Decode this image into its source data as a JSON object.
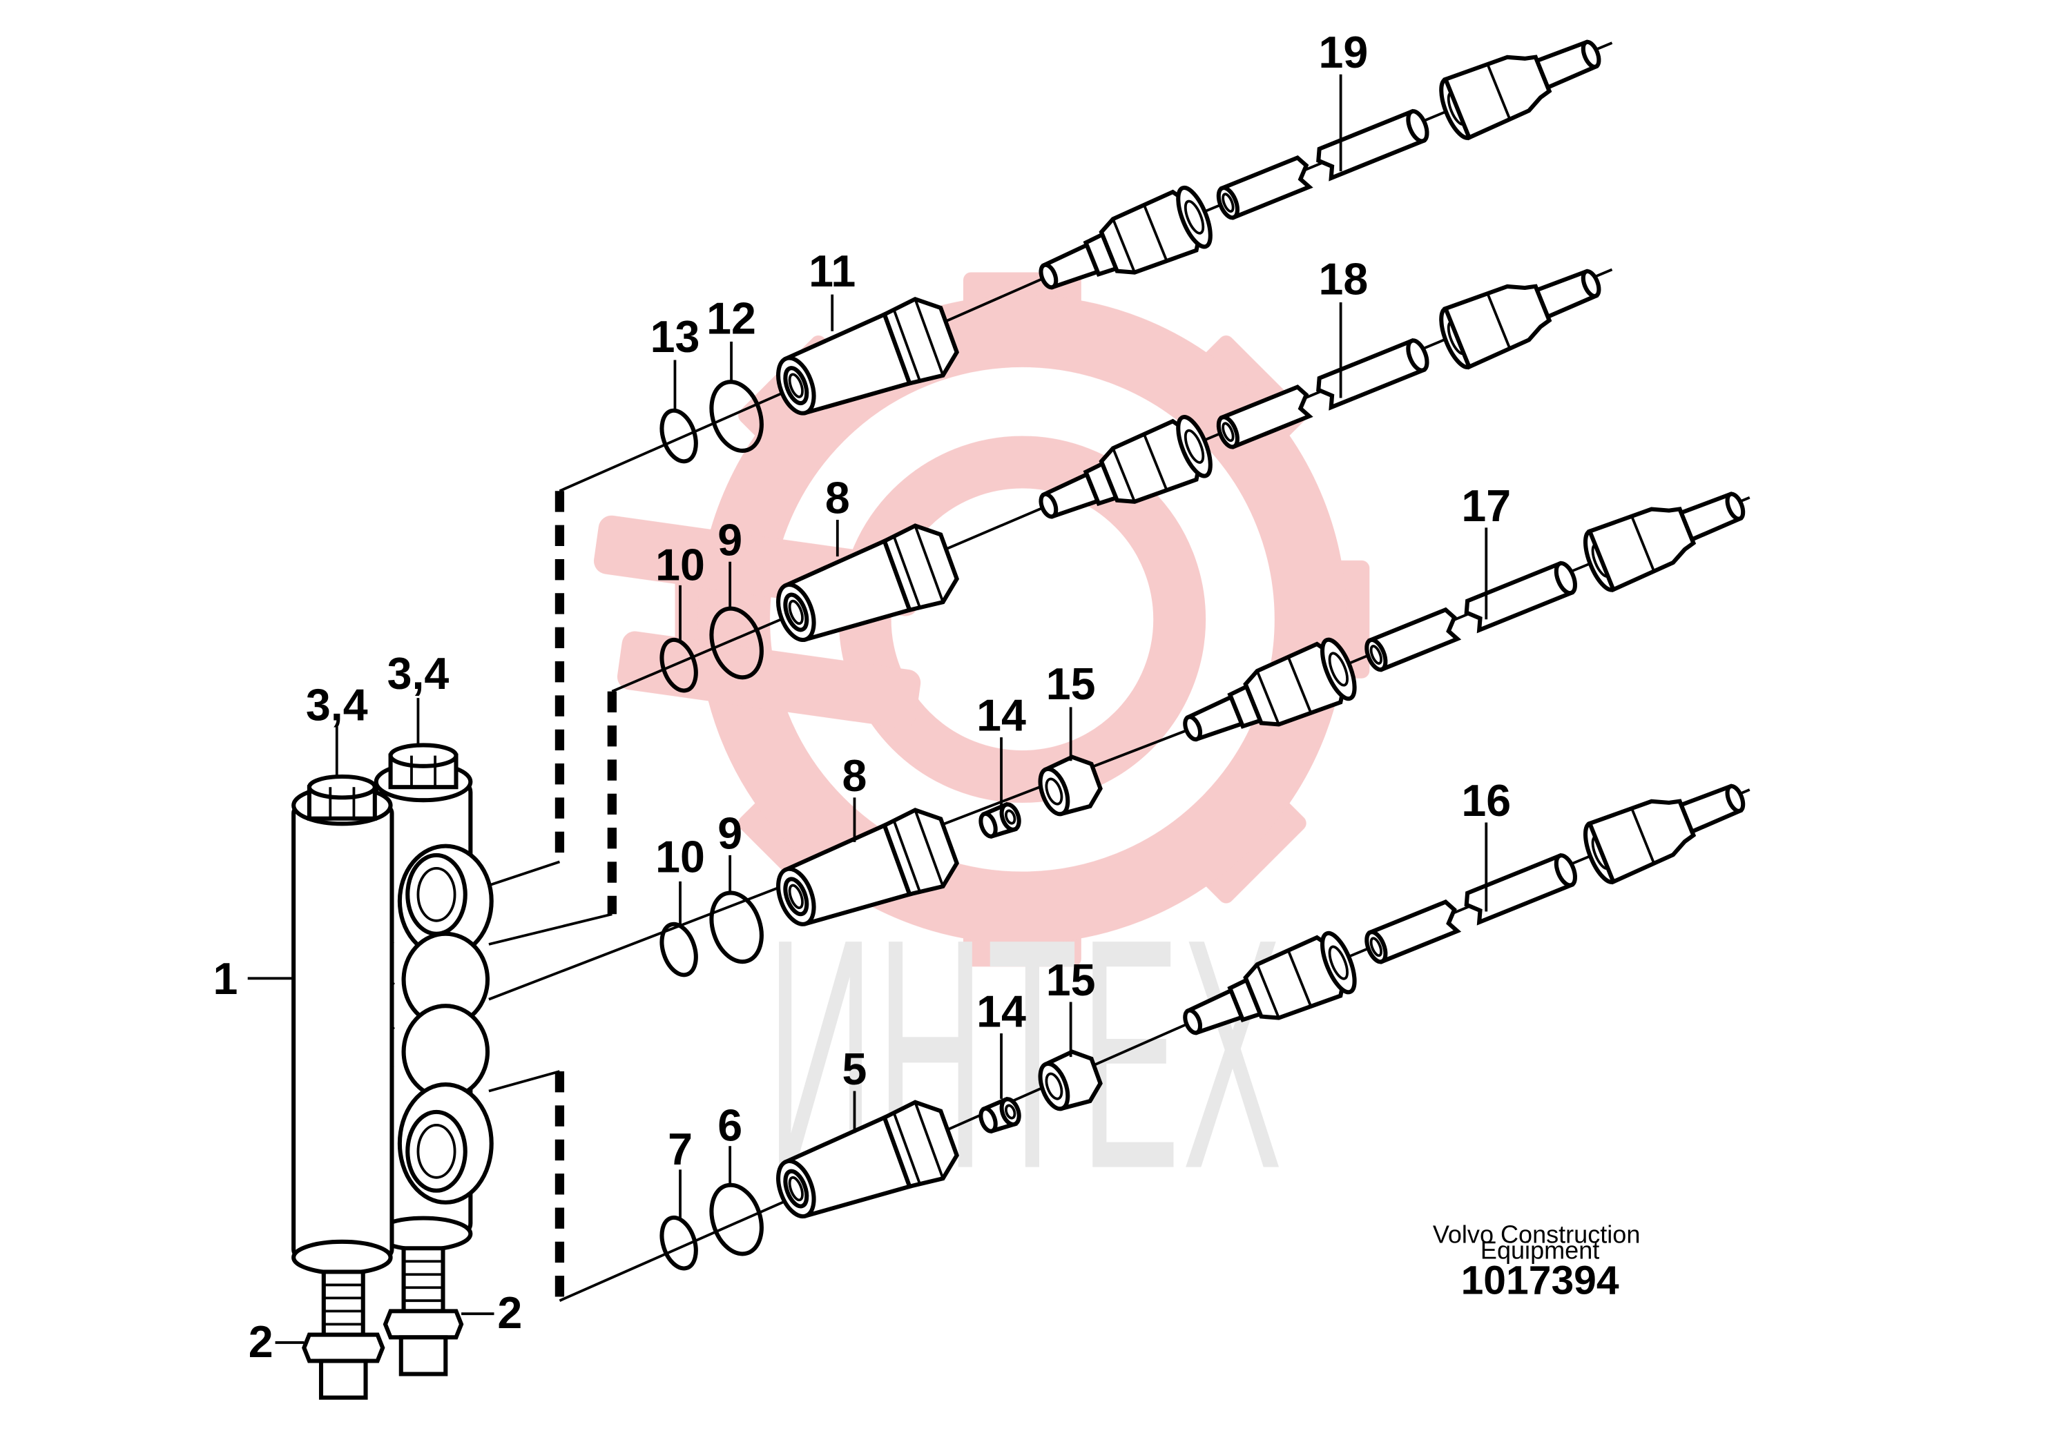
{
  "figure": {
    "publisher": "Volvo Construction Equipment",
    "document_number": "1017394",
    "watermark_text": "ИНТЕХ",
    "watermark_color": "#f6c6c6"
  },
  "callouts": {
    "c1": "1",
    "c2a": "2",
    "c2b": "2",
    "c34a": "3,4",
    "c34b": "3,4",
    "c5": "5",
    "c6": "6",
    "c7": "7",
    "c8a": "8",
    "c8b": "8",
    "c9a": "9",
    "c9b": "9",
    "c10a": "10",
    "c10b": "10",
    "c11": "11",
    "c12": "12",
    "c13": "13",
    "c14a": "14",
    "c14b": "14",
    "c15a": "15",
    "c15b": "15",
    "c16": "16",
    "c17": "17",
    "c18": "18",
    "c19": "19"
  }
}
